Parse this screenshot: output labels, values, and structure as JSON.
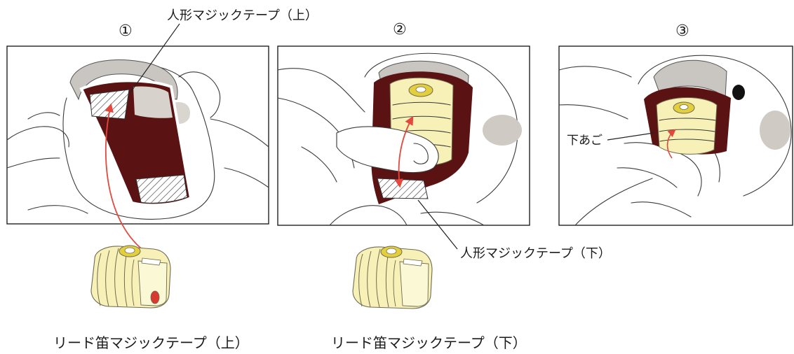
{
  "steps": [
    "①",
    "②",
    "③"
  ],
  "labels": {
    "doll_tape_top": "人形マジックテープ（上）",
    "doll_tape_bottom": "人形マジックテープ（下）",
    "lower_jaw": "下あご",
    "reed_tape_top": "リード笛マジックテープ（上）",
    "reed_tape_bottom": "リード笛マジックテープ（下）"
  },
  "colors": {
    "mouth": "#5b1212",
    "hood": "#c9c6c1",
    "whistle": "#f7f1b8",
    "whistle_cap": "#e3cf3c",
    "arrow": "#e4473d"
  }
}
